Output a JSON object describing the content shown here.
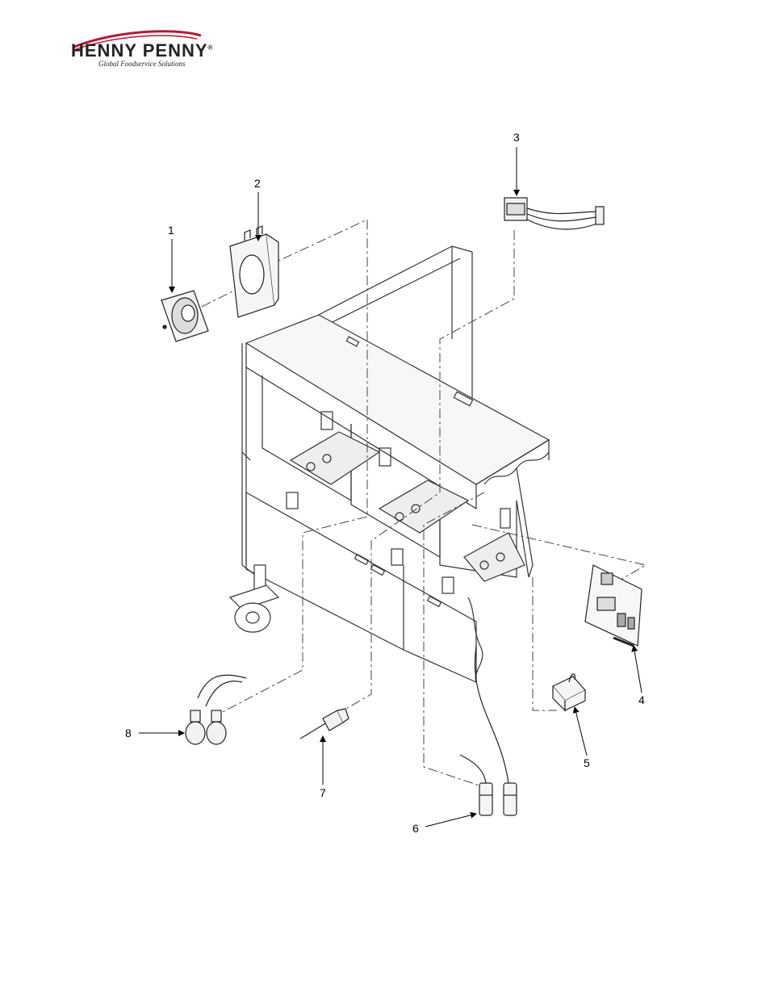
{
  "logo": {
    "brand": "HENNY PENNY",
    "registered": "®",
    "tagline": "Global Foodservice Solutions"
  },
  "callouts": [
    "1",
    "2",
    "3",
    "4",
    "5",
    "6",
    "7",
    "8"
  ]
}
